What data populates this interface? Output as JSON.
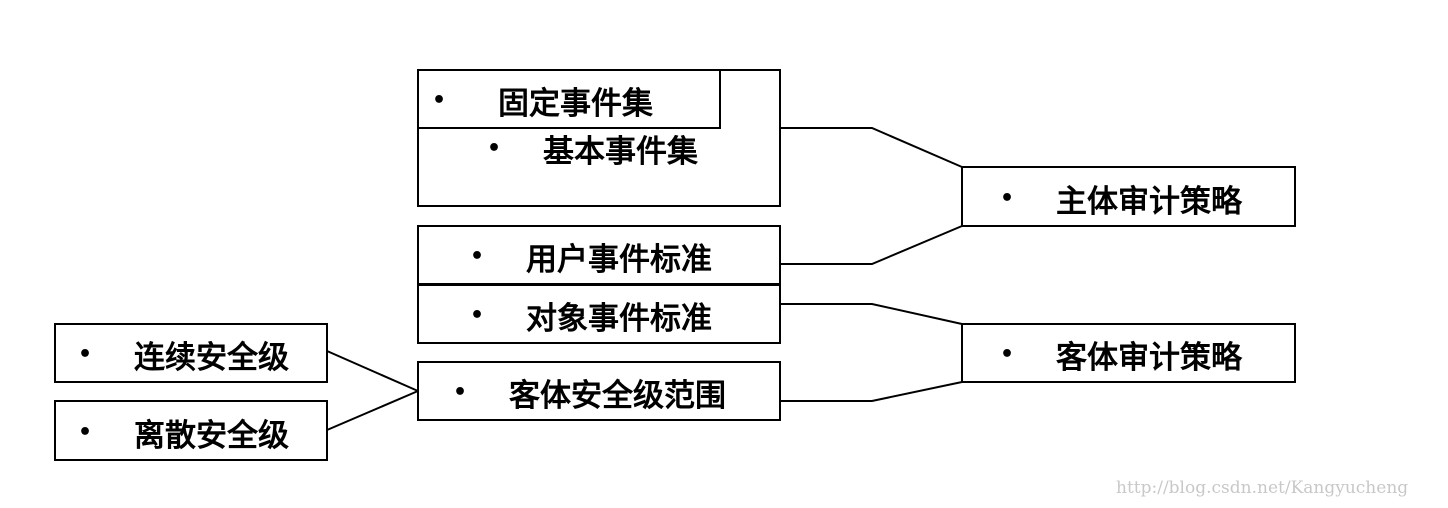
{
  "bullet": "•",
  "nodes": {
    "fixed_events": "固定事件集",
    "basic_events": "基本事件集",
    "user_event_criteria": "用户事件标准",
    "object_event_criteria": "对象事件标准",
    "object_level_range": "客体安全级范围",
    "continuous_level": "连续安全级",
    "discrete_level": "离散安全级",
    "subject_policy": "主体审计策略",
    "object_policy": "客体审计策略"
  },
  "watermark": "http://blog.csdn.net/Kangyucheng"
}
